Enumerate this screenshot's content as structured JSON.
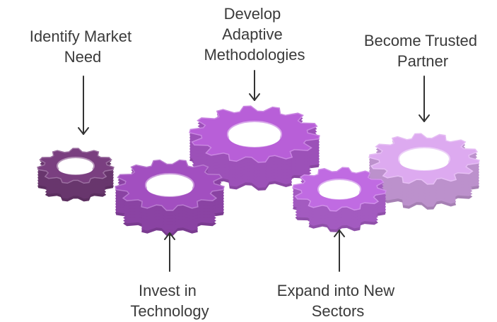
{
  "steps": [
    {
      "label_lines": [
        "Identify Market",
        "Need"
      ],
      "color": "#7a3f80"
    },
    {
      "label_lines": [
        "Invest in",
        "Technology"
      ],
      "color": "#a24fc0"
    },
    {
      "label_lines": [
        "Develop",
        "Adaptive",
        "Methodologies"
      ],
      "color": "#b85fd8"
    },
    {
      "label_lines": [
        "Expand into New",
        "Sectors"
      ],
      "color": "#c06be2"
    },
    {
      "label_lines": [
        "Become Trusted",
        "Partner"
      ],
      "color": "#ddaaf0"
    }
  ],
  "arrow_color": "#333333"
}
